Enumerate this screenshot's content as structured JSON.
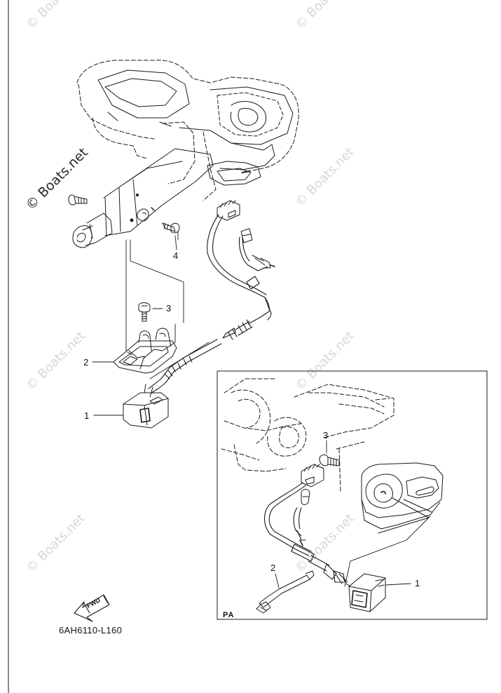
{
  "diagram": {
    "drawing_code": "6AH6110-L160",
    "inset_label": "PA",
    "direction_label": "FWD",
    "watermark_text": "© Boats.net",
    "callouts_main": [
      "1",
      "2",
      "3",
      "4"
    ],
    "callouts_inset": [
      "1",
      "2",
      "3"
    ],
    "line_color": "#1a1a1a",
    "watermark_color": "#d6d6d6"
  }
}
